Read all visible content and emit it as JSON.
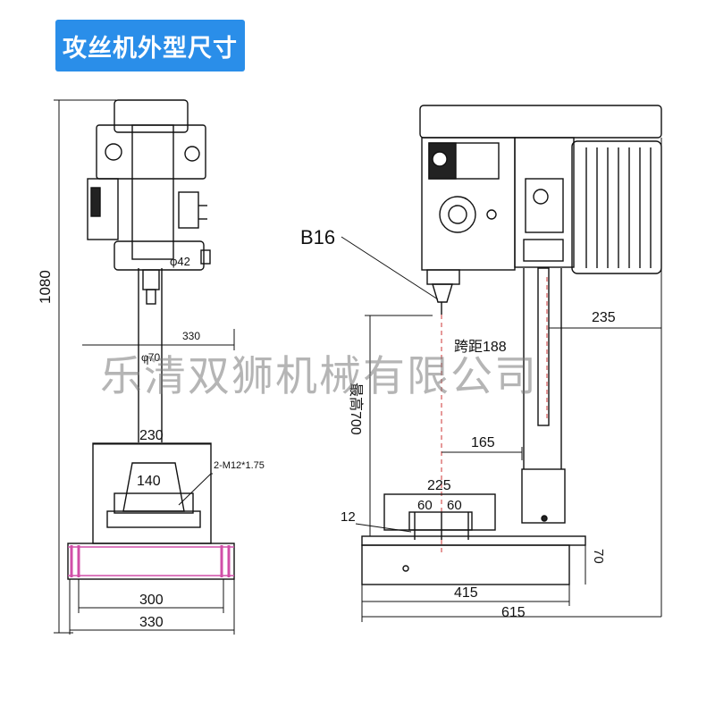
{
  "title": "攻丝机外型尺寸",
  "watermark": "乐清双狮机械有限公司",
  "front_view": {
    "height_label": "1080",
    "spindle_dia": "φ42",
    "column_dia": "φ70",
    "depth_top": "330",
    "table_width": "230",
    "base_inner": "140",
    "bolts": "2-M12*1.75",
    "base_width": "300",
    "overall_width": "330"
  },
  "side_view": {
    "spindle_label": "B16",
    "reach": "235",
    "span": "跨距188",
    "max_height": "最高700",
    "column_offset": "165",
    "table_length": "225",
    "slot_left": "60",
    "slot_right": "60",
    "slot_width": "12",
    "base_height": "70",
    "base_length": "415",
    "overall_length": "615"
  }
}
